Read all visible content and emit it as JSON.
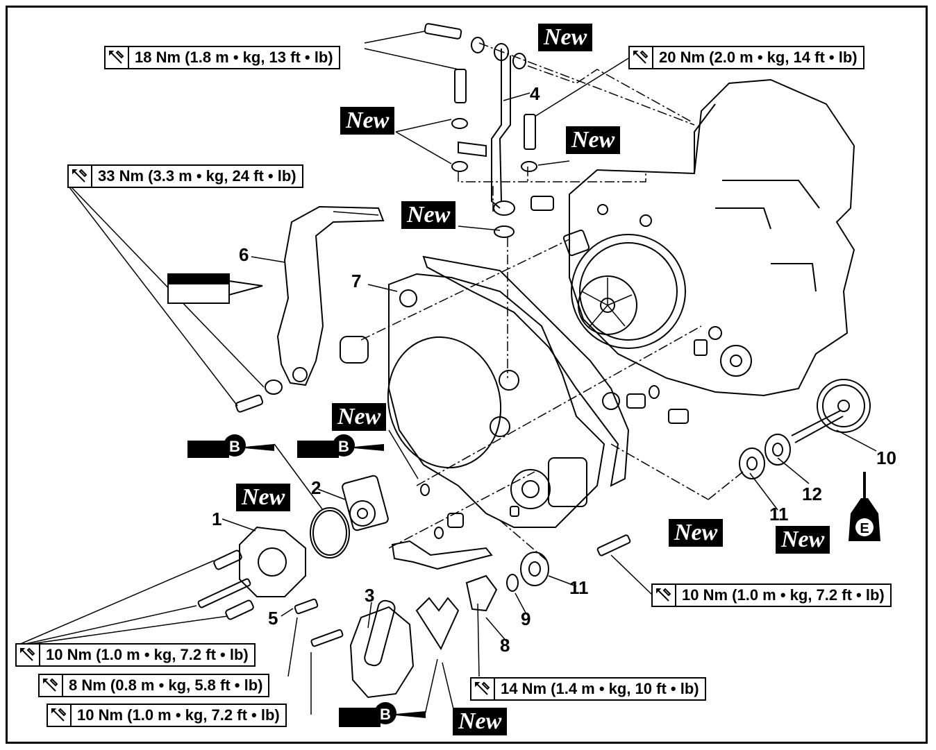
{
  "torque_labels": [
    {
      "text": "18 Nm (1.8 m • kg, 13 ft • lb)"
    },
    {
      "text": "20 Nm (2.0 m • kg, 14 ft • lb)"
    },
    {
      "text": "33 Nm (3.3 m • kg, 24 ft • lb)"
    },
    {
      "text": "10 Nm (1.0 m • kg, 7.2 ft • lb)"
    },
    {
      "text": "10 Nm (1.0 m • kg, 7.2 ft • lb)"
    },
    {
      "text": "8 Nm (0.8 m • kg, 5.8 ft • lb)"
    },
    {
      "text": "10 Nm (1.0 m • kg, 7.2 ft • lb)"
    },
    {
      "text": "14 Nm (1.4 m • kg, 10 ft • lb)"
    }
  ],
  "new_label": "New",
  "part_numbers": [
    "1",
    "2",
    "3",
    "4",
    "5",
    "6",
    "7",
    "8",
    "9",
    "10",
    "11",
    "11",
    "12"
  ],
  "lube_marks": {
    "grease": "B",
    "oil": "E"
  },
  "icons": [
    "wrench-icon",
    "grease-gun-icon",
    "oil-can-icon",
    "sealant-tube-icon"
  ]
}
